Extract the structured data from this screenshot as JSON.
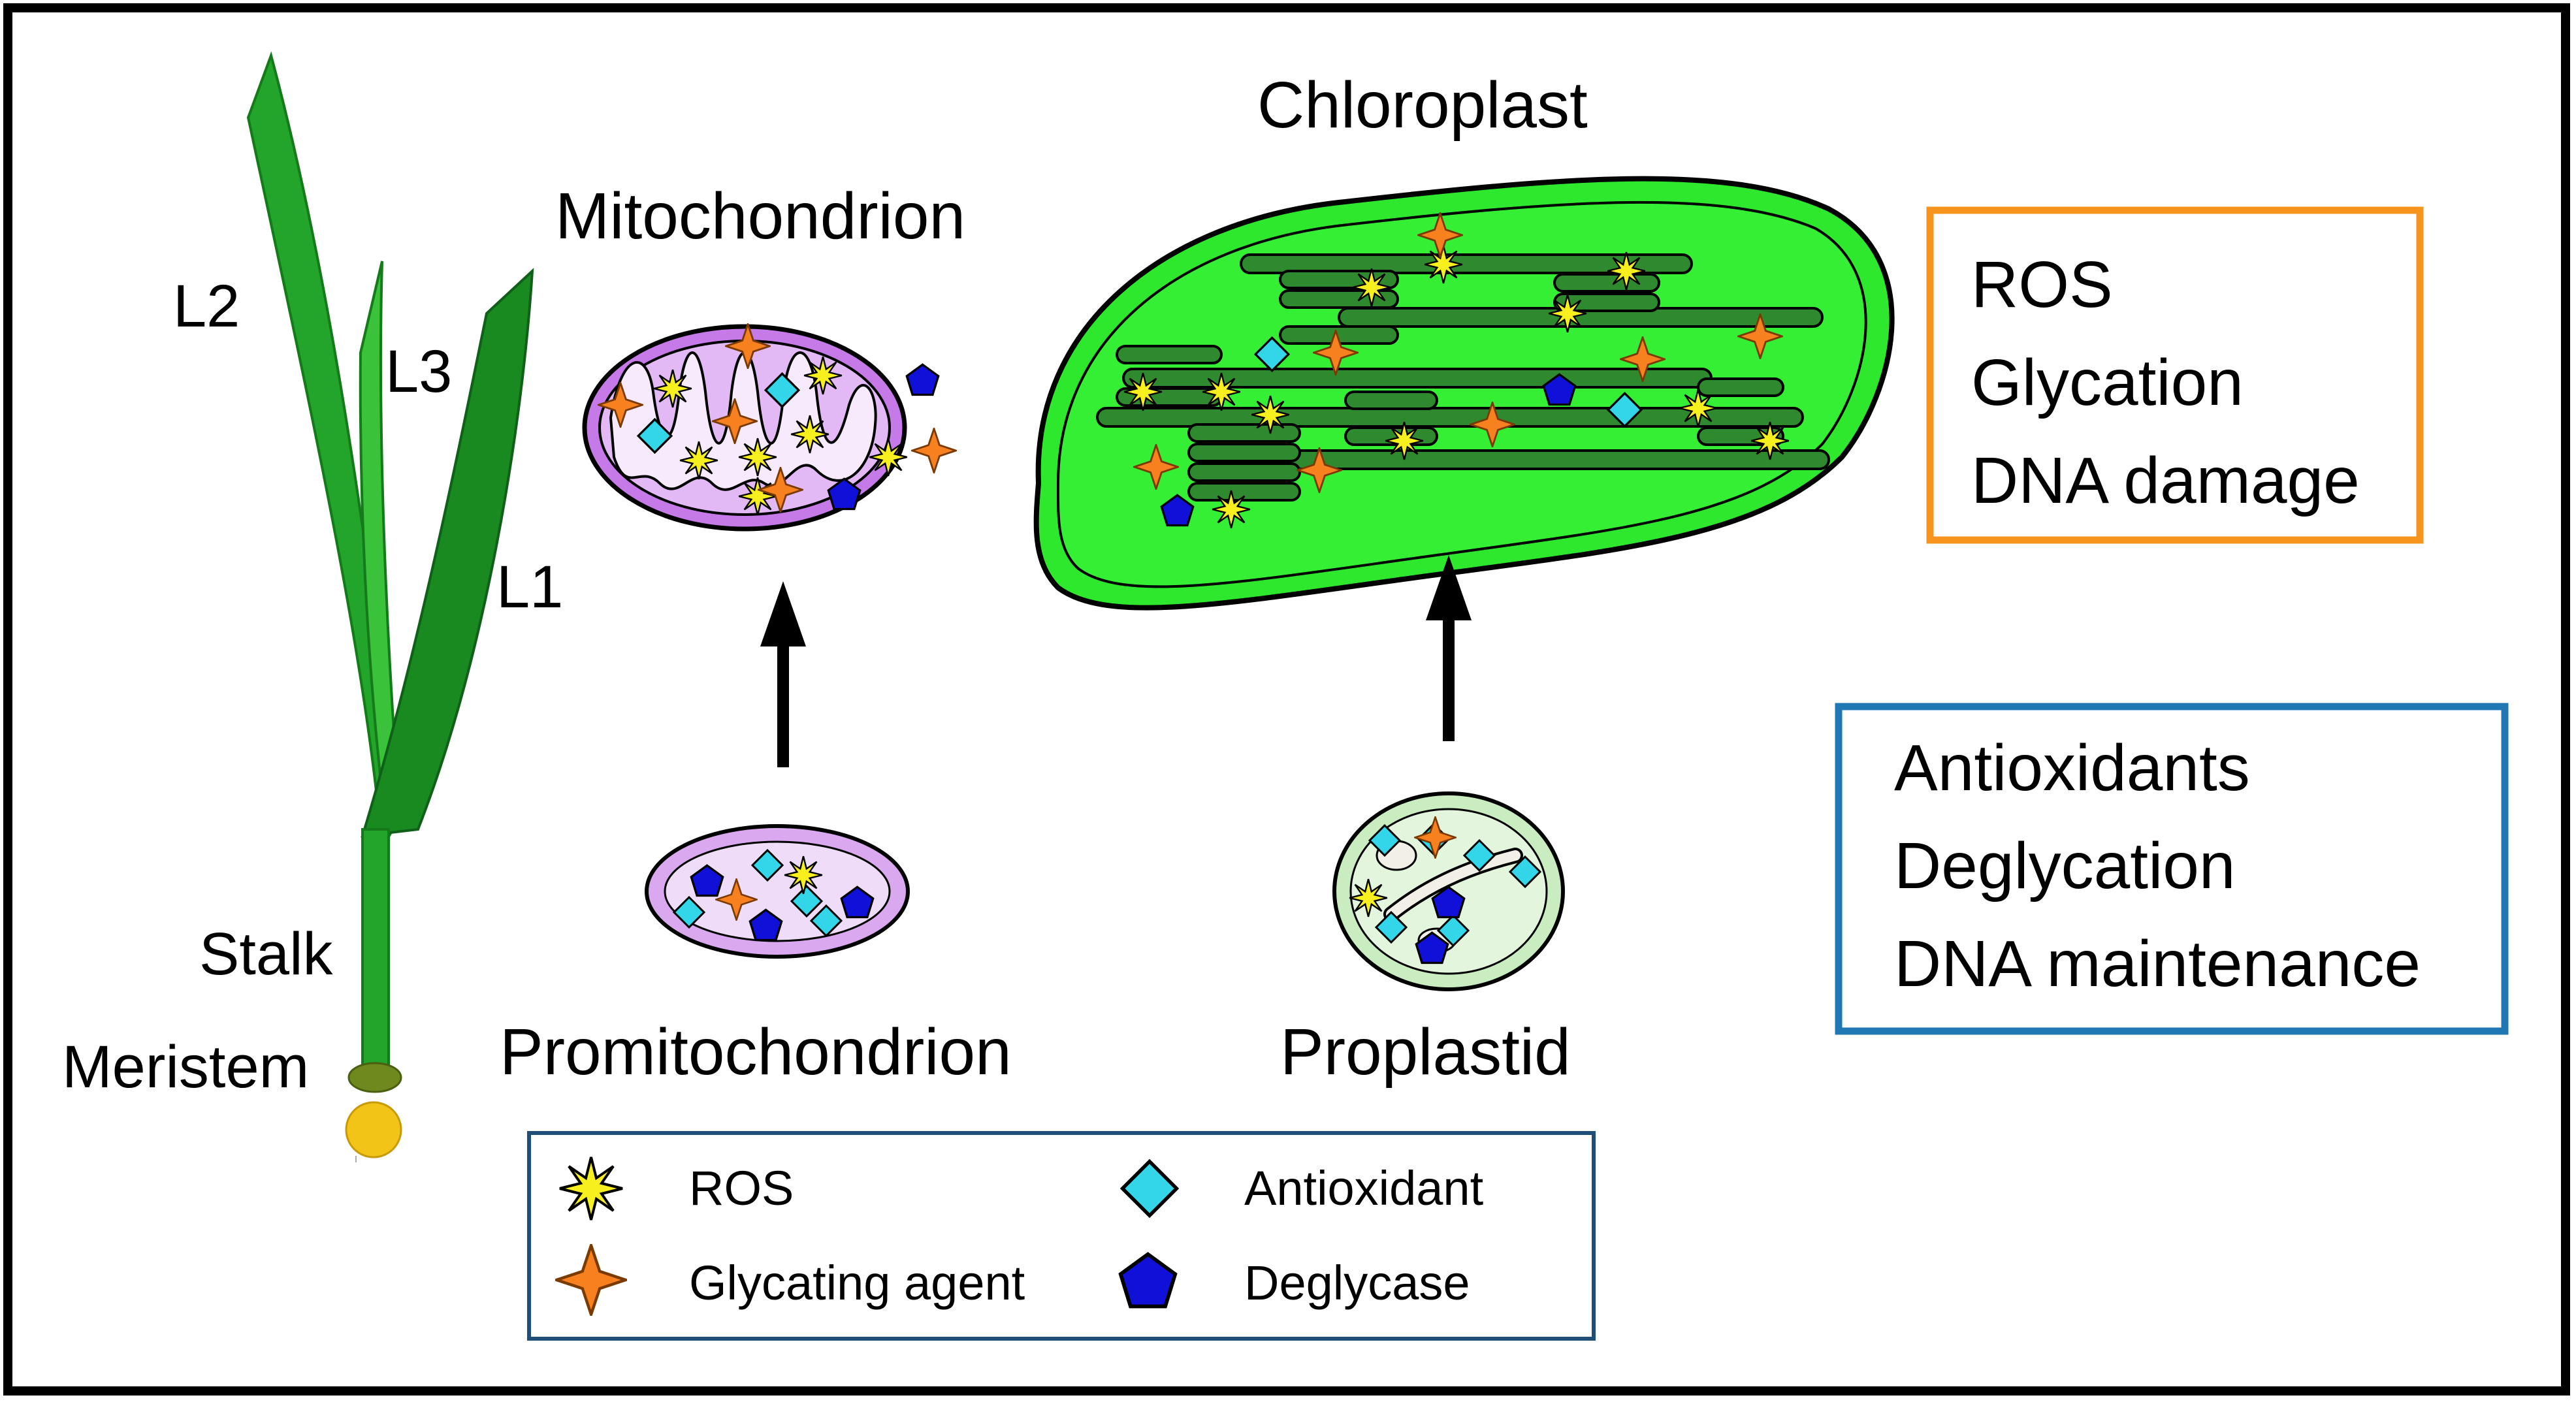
{
  "plant": {
    "leaf_labels": [
      "L2",
      "L3",
      "L1"
    ],
    "stalk_label": "Stalk",
    "meristem_label": "Meristem",
    "colors": {
      "leaf": "#22a52a",
      "leaf_dark": "#198a1f",
      "meristem": "#f2c418",
      "node": "#6e8a1e"
    }
  },
  "organelles": {
    "mitochondrion": "Mitochondrion",
    "chloroplast": "Chloroplast",
    "promitochondrion": "Promitochondrion",
    "proplastid": "Proplastid"
  },
  "damage_box": {
    "items": [
      "ROS",
      "Glycation",
      "DNA damage"
    ],
    "border_color": "#f7941d"
  },
  "protection_box": {
    "items": [
      "Antioxidants",
      "Deglycation",
      "DNA maintenance"
    ],
    "border_color": "#1f78b4"
  },
  "legend": {
    "items": [
      {
        "icon": "ros-star-icon",
        "label": "ROS"
      },
      {
        "icon": "antioxidant-diamond-icon",
        "label": "Antioxidant"
      },
      {
        "icon": "glycating-agent-star-icon",
        "label": "Glycating agent"
      },
      {
        "icon": "deglycase-pentagon-icon",
        "label": "Deglycase"
      }
    ],
    "border_color": "#1f4e79"
  },
  "colors": {
    "ros": "#f7f01e",
    "glycating_agent": "#f7811e",
    "antioxidant": "#32d6e8",
    "deglycase": "#1010d8",
    "mito_fill": "#c57ae8",
    "promito_fill": "#e6c3f5",
    "chloro_fill": "#2ee82e",
    "thylakoid": "#2f8a2f",
    "proplastid_fill": "#e3f5dd"
  }
}
